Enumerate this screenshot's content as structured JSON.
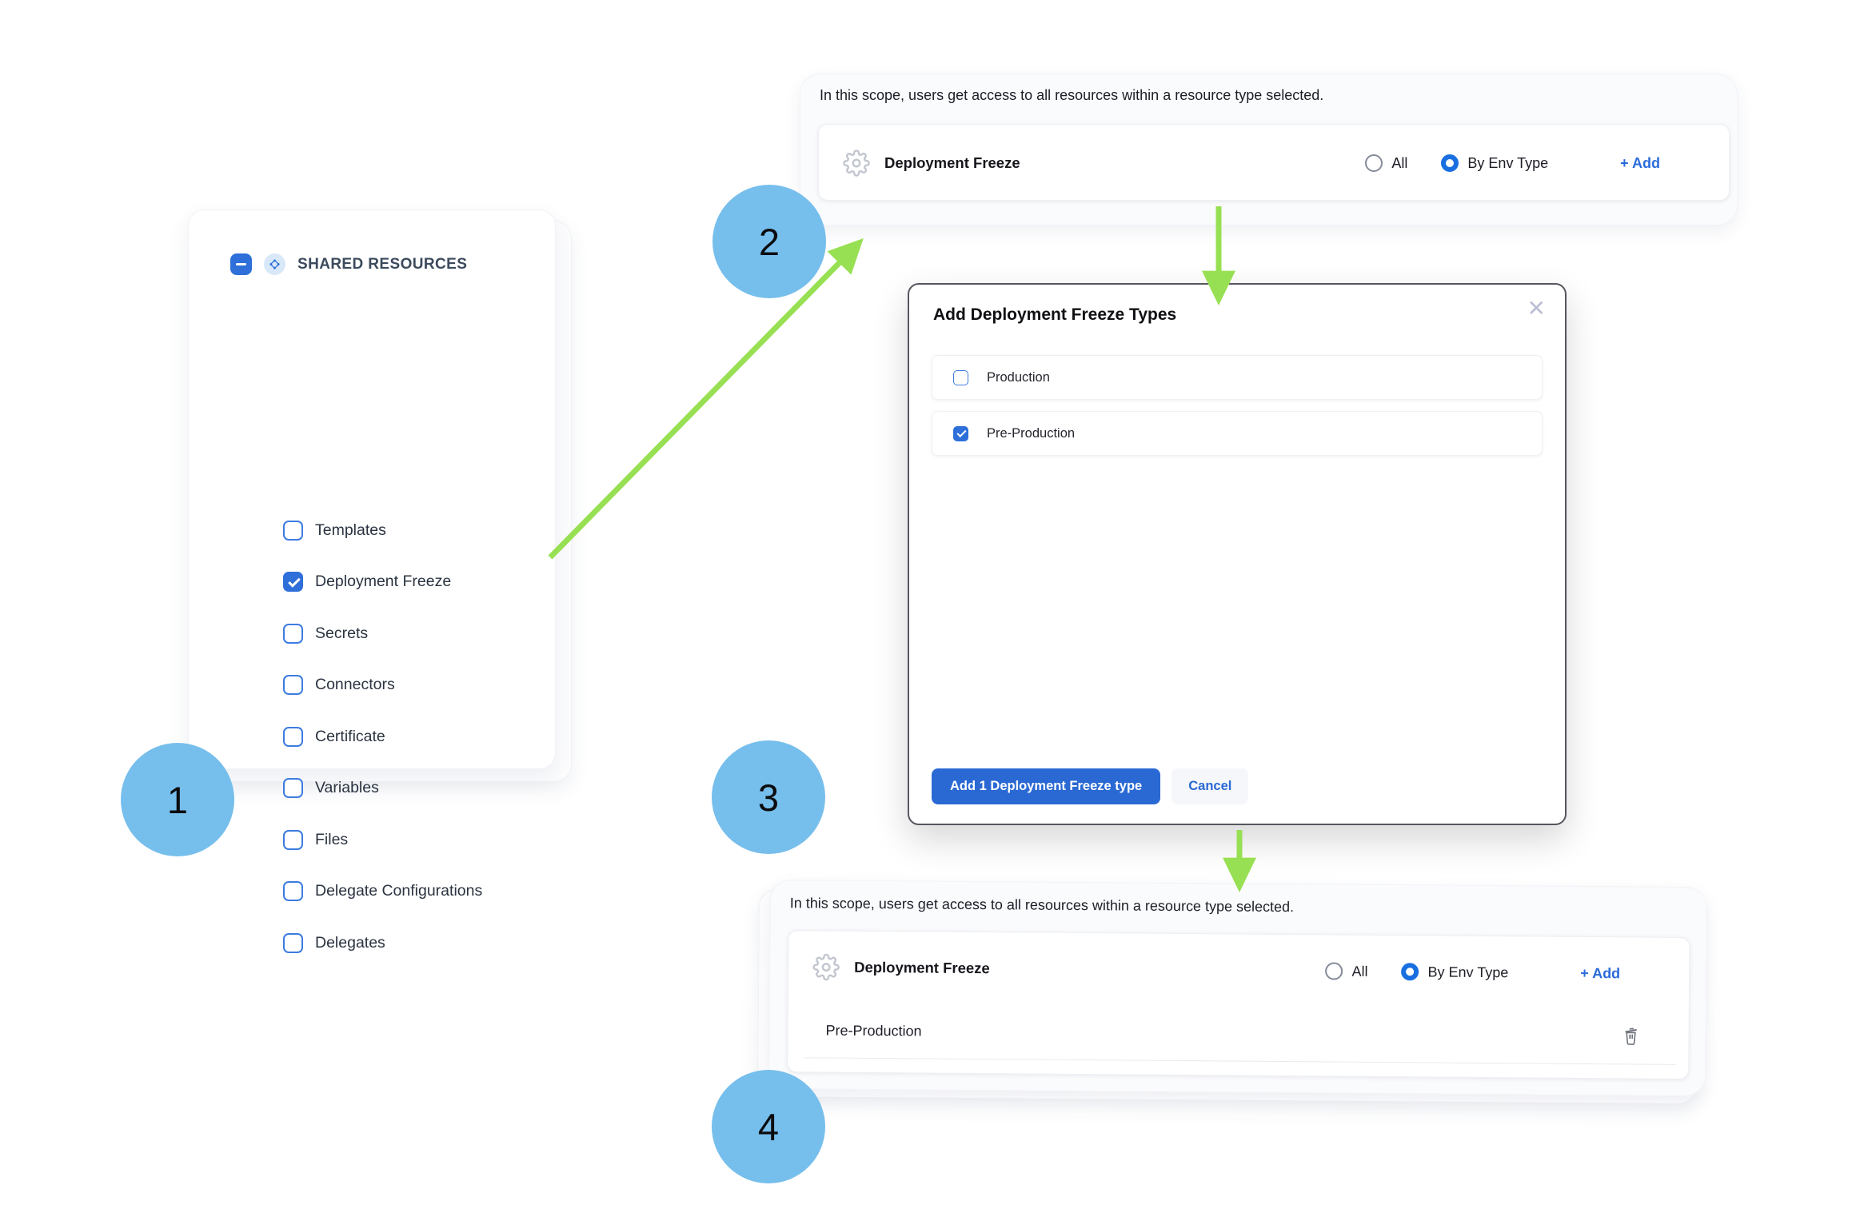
{
  "colors": {
    "accent_blue": "#2E6FD9",
    "link_blue": "#2A6BDB",
    "radio_selected_blue": "#1A6FE0",
    "step_circle_blue": "#76BEEC",
    "arrow_green": "#98E053",
    "modal_border_gray": "#55565E"
  },
  "icons": {
    "close": "✕",
    "collapse_minus": "minus-icon",
    "shared_resources": "diamond-dots-icon",
    "resource_type": "gear-icon",
    "delete": "trash-icon"
  },
  "step_badges": {
    "s1": "1",
    "s2": "2",
    "s3": "3",
    "s4": "4"
  },
  "resource_panel": {
    "title": "SHARED RESOURCES",
    "items": [
      {
        "label": "Templates",
        "checked": false
      },
      {
        "label": "Deployment Freeze",
        "checked": true
      },
      {
        "label": "Secrets",
        "checked": false
      },
      {
        "label": "Connectors",
        "checked": false
      },
      {
        "label": "Certificate",
        "checked": false
      },
      {
        "label": "Variables",
        "checked": false
      },
      {
        "label": "Files",
        "checked": false
      },
      {
        "label": "Delegate Configurations",
        "checked": false
      },
      {
        "label": "Delegates",
        "checked": false
      }
    ]
  },
  "scope_panel_top": {
    "description": "In this scope, users get access to all resources within a resource type selected.",
    "resource_row": {
      "title": "Deployment Freeze",
      "options": [
        {
          "label": "All",
          "selected": false
        },
        {
          "label": "By Env Type",
          "selected": true
        }
      ],
      "add_label": "+ Add"
    }
  },
  "modal": {
    "title": "Add Deployment Freeze Types",
    "options": [
      {
        "label": "Production",
        "checked": false
      },
      {
        "label": "Pre-Production",
        "checked": true
      }
    ],
    "submit_label": "Add 1 Deployment Freeze type",
    "cancel_label": "Cancel"
  },
  "scope_panel_bottom": {
    "description": "In this scope, users get access to all resources within a resource type selected.",
    "resource_row": {
      "title": "Deployment Freeze",
      "options": [
        {
          "label": "All",
          "selected": false
        },
        {
          "label": "By Env Type",
          "selected": true
        }
      ],
      "add_label": "+ Add"
    },
    "selected_types": [
      {
        "label": "Pre-Production"
      }
    ]
  }
}
